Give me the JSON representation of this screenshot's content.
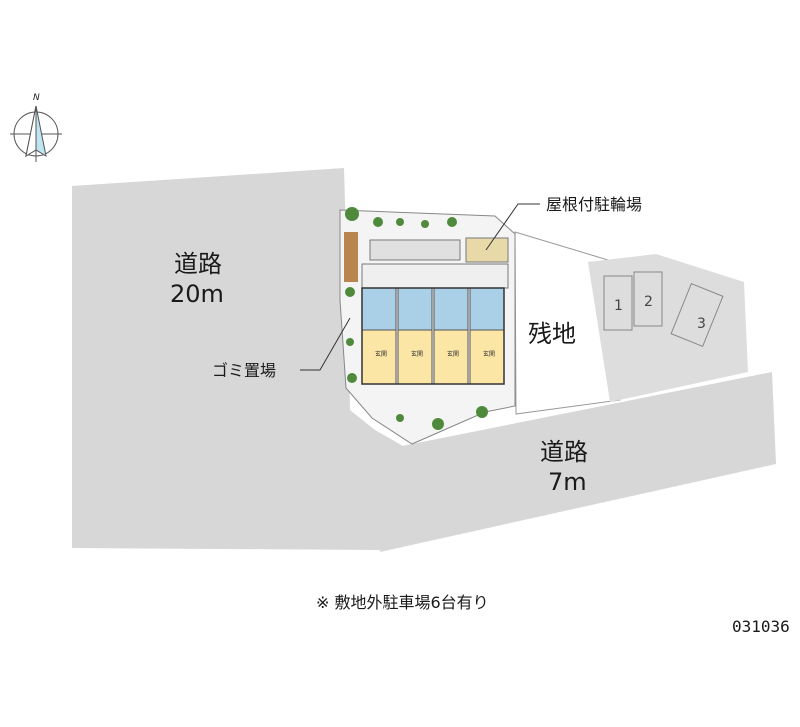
{
  "compass": {
    "north_label": "N"
  },
  "roads": [
    {
      "name": "道路",
      "width": "20m"
    },
    {
      "name": "道路",
      "width": "7m"
    }
  ],
  "remaining_land": "残地",
  "callouts": {
    "bike_parking": "屋根付駐輪場",
    "garbage": "ゴミ置場"
  },
  "parking_slots": [
    "1",
    "2",
    "3"
  ],
  "units": [
    {
      "entrance": "玄関"
    },
    {
      "entrance": "玄関"
    },
    {
      "entrance": "玄関"
    },
    {
      "entrance": "玄関"
    }
  ],
  "note": "※ 敷地外駐車場6台有り",
  "map_code": "031036",
  "colors": {
    "road": "#d7d7d7",
    "parking": "#dddddd",
    "site": "#f4f4f4",
    "room": "#fbe6a6",
    "bath": "#a9d0e6",
    "greenery": "#4f8a3c"
  }
}
